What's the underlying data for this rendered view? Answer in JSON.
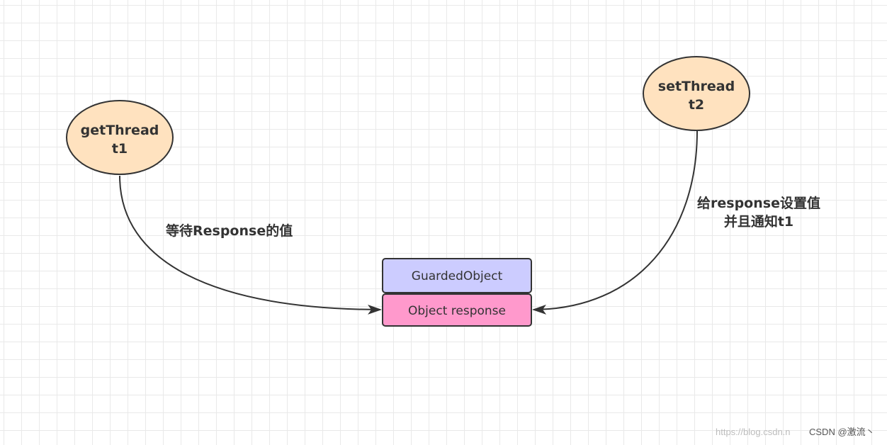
{
  "nodes": {
    "get_thread": {
      "line1": "getThread",
      "line2": "t1",
      "fill": "#ffe2bf",
      "stroke": "#333333"
    },
    "set_thread": {
      "line1": "setThread",
      "line2": "t2",
      "fill": "#ffe2bf",
      "stroke": "#333333"
    }
  },
  "object": {
    "header": "GuardedObject",
    "field": "Object response",
    "header_fill": "#ccccff",
    "field_fill": "#ff99cc"
  },
  "edges": {
    "wait_label": "等待Response的值",
    "set_label_line1": "给response设置值",
    "set_label_line2": "并且通知t1"
  },
  "watermark": {
    "url": "https://blog.csdn.n",
    "author": "CSDN @激流丶"
  }
}
